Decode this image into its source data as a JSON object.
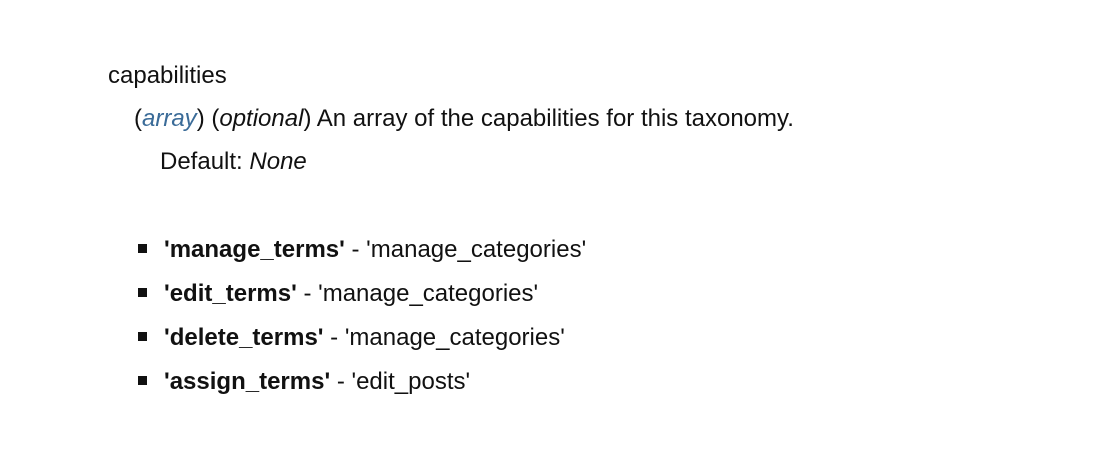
{
  "param": {
    "name": "capabilities",
    "type_open": "(",
    "type_link": "array",
    "type_close": ")",
    "optional_open": " (",
    "optional_label": "optional",
    "optional_close": ")",
    "description": " An array of the capabilities for this taxonomy.",
    "default_label": "Default: ",
    "default_value": "None"
  },
  "capabilities": [
    {
      "key": "'manage_terms'",
      "sep": " - ",
      "value": "'manage_categories'"
    },
    {
      "key": "'edit_terms'",
      "sep": " - ",
      "value": "'manage_categories'"
    },
    {
      "key": "'delete_terms'",
      "sep": " - ",
      "value": "'manage_categories'"
    },
    {
      "key": "'assign_terms'",
      "sep": " - ",
      "value": "'edit_posts'"
    }
  ],
  "colors": {
    "link": "#3a6b98",
    "text": "#111111"
  }
}
